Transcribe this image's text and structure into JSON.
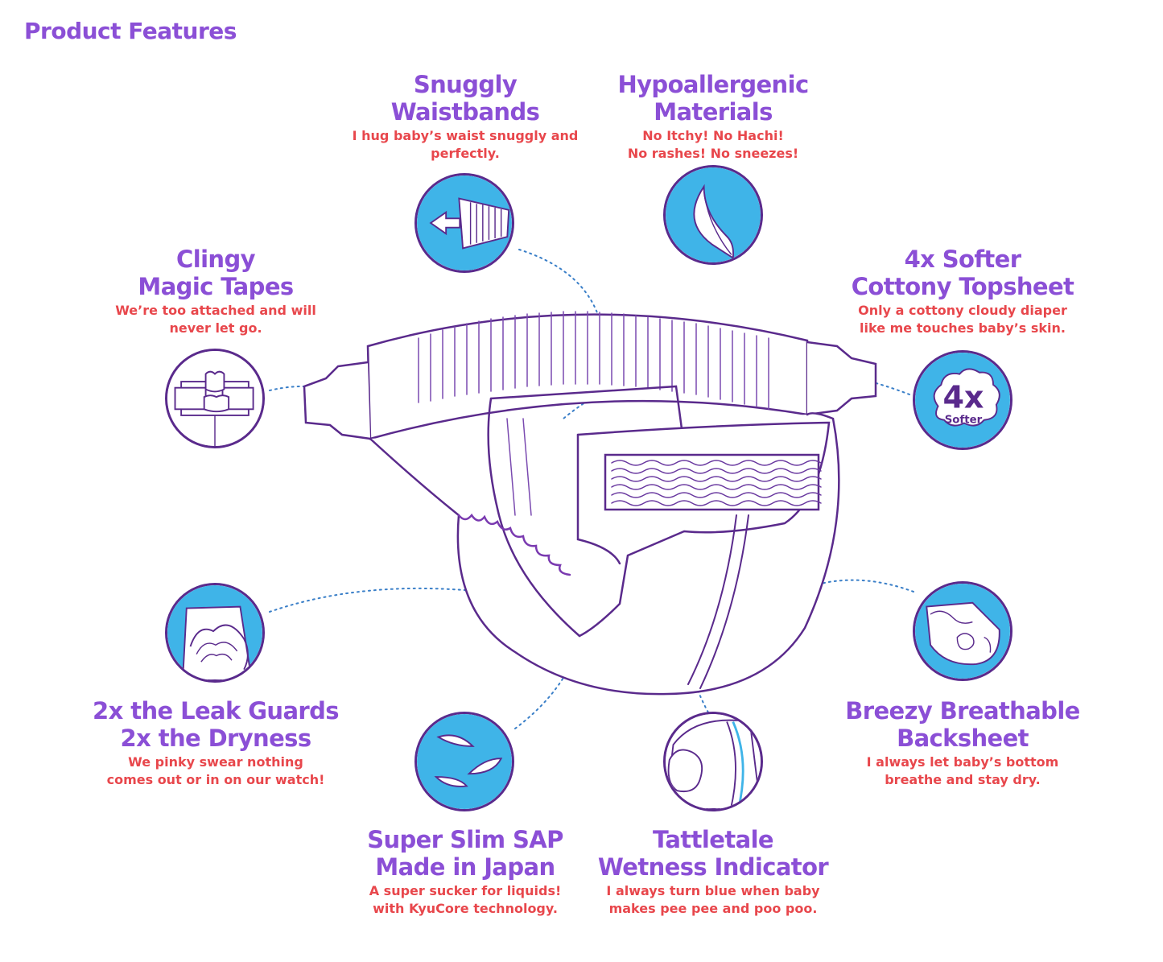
{
  "page": {
    "title": "Product Features"
  },
  "colors": {
    "title_purple": "#8b4fd6",
    "desc_red": "#e8474c",
    "badge_blue": "#3fb4e8",
    "outline_purple": "#5a2a8c",
    "dotted_blue": "#3a7fc8"
  },
  "features": [
    {
      "id": "waistbands",
      "icon": "waistband-arrow-icon",
      "title": [
        "Snuggly",
        "Waistbands"
      ],
      "desc": [
        "I hug baby’s waist snuggly and",
        "perfectly."
      ]
    },
    {
      "id": "hypoallergenic",
      "icon": "feather-icon",
      "title": [
        "Hypoallergenic",
        "Materials"
      ],
      "desc": [
        "No Itchy! No Hachi!",
        "No rashes! No sneezes!"
      ]
    },
    {
      "id": "tapes",
      "icon": "magic-tape-icon",
      "title": [
        "Clingy",
        "Magic Tapes"
      ],
      "desc": [
        "We’re too attached and will",
        "never let go."
      ]
    },
    {
      "id": "topsheet",
      "icon": "cloud-4x-icon",
      "title": [
        "4x Softer",
        "Cottony Topsheet"
      ],
      "desc": [
        "Only a cottony cloudy diaper",
        "like me touches baby’s skin."
      ],
      "badge_text": {
        "big": "4x",
        "small": "Softer"
      }
    },
    {
      "id": "leakguards",
      "icon": "leak-guard-icon",
      "title": [
        "2x the Leak Guards",
        "2x the Dryness"
      ],
      "desc": [
        "We pinky swear nothing",
        "comes out or in on our watch!"
      ]
    },
    {
      "id": "backsheet",
      "icon": "breathable-backsheet-icon",
      "title": [
        "Breezy Breathable",
        "Backsheet"
      ],
      "desc": [
        "I always let baby’s bottom",
        "breathe and stay dry."
      ]
    },
    {
      "id": "sap",
      "icon": "slim-sap-feathers-icon",
      "title": [
        "Super Slim SAP",
        "Made in Japan"
      ],
      "desc": [
        "A super sucker for liquids!",
        "with KyuCore technology."
      ]
    },
    {
      "id": "wetness",
      "icon": "wetness-indicator-icon",
      "title": [
        "Tattletale",
        "Wetness Indicator"
      ],
      "desc": [
        "I always turn blue when baby",
        "makes pee pee and poo poo."
      ]
    }
  ]
}
